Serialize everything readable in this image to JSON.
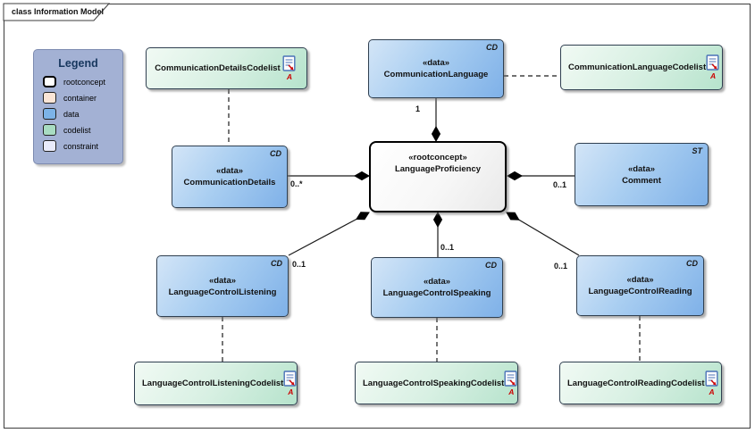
{
  "diagram": {
    "frame_label": "class Information Model"
  },
  "legend": {
    "title": "Legend",
    "items": [
      {
        "label": "rootconcept",
        "swatch": "#ffffff"
      },
      {
        "label": "container",
        "swatch": "#fbe5d6"
      },
      {
        "label": "data",
        "swatch": "#7cb3e8"
      },
      {
        "label": "codelist",
        "swatch": "#a8dcc2"
      },
      {
        "label": "constraint",
        "swatch": "#e9ebfa"
      }
    ]
  },
  "nodes": {
    "communication_details_codelist": {
      "type": "codelist",
      "name": "CommunicationDetailsCodelist",
      "annotation": "A"
    },
    "communication_language": {
      "type": "data",
      "stereotype": "«data»",
      "name": "CommunicationLanguage",
      "badge": "CD"
    },
    "communication_language_codelist": {
      "type": "codelist",
      "name": "CommunicationLanguageCodelist",
      "annotation": "A"
    },
    "communication_details": {
      "type": "data",
      "stereotype": "«data»",
      "name": "CommunicationDetails",
      "badge": "CD"
    },
    "language_proficiency": {
      "type": "rootconcept",
      "stereotype": "«rootconcept»",
      "name": "LanguageProficiency"
    },
    "comment": {
      "type": "data",
      "stereotype": "«data»",
      "name": "Comment",
      "badge": "ST"
    },
    "language_control_listening": {
      "type": "data",
      "stereotype": "«data»",
      "name": "LanguageControlListening",
      "badge": "CD"
    },
    "language_control_speaking": {
      "type": "data",
      "stereotype": "«data»",
      "name": "LanguageControlSpeaking",
      "badge": "CD"
    },
    "language_control_reading": {
      "type": "data",
      "stereotype": "«data»",
      "name": "LanguageControlReading",
      "badge": "CD"
    },
    "language_control_listening_codelist": {
      "type": "codelist",
      "name": "LanguageControlListeningCodelist",
      "annotation": "A"
    },
    "language_control_speaking_codelist": {
      "type": "codelist",
      "name": "LanguageControlSpeakingCodelist",
      "annotation": "A"
    },
    "language_control_reading_codelist": {
      "type": "codelist",
      "name": "LanguageControlReadingCodelist",
      "annotation": "A"
    }
  },
  "multiplicities": {
    "communication_language": "1",
    "communication_details": "0..*",
    "comment": "0..1",
    "listening": "0..1",
    "speaking": "0..1",
    "reading": "0..1"
  },
  "colors": {
    "data_fill": "#7cb3e8",
    "codelist_fill": "#a8dcc2",
    "container_fill": "#fbe5d6",
    "constraint_fill": "#e9ebfa",
    "rootconcept_fill": "#ffffff",
    "legend_bg": "#a3b1d4",
    "annotation_red": "#cc0000",
    "icon_blue": "#4a72b8",
    "line_black": "#1a1a1a"
  }
}
